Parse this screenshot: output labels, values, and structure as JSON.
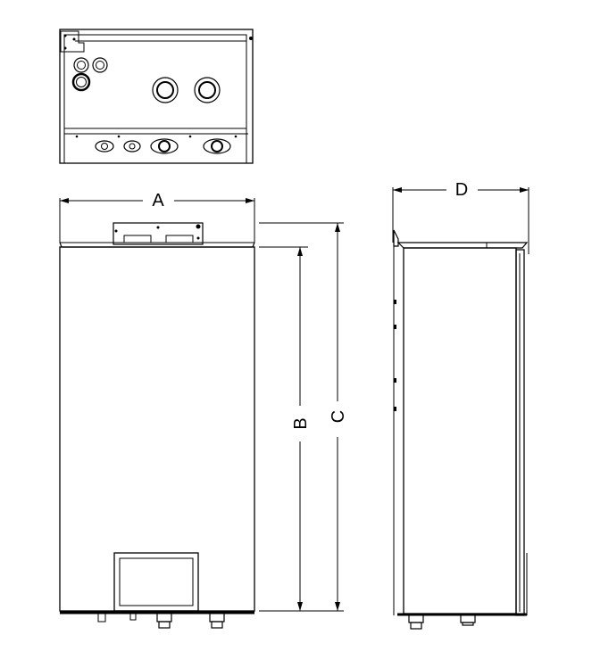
{
  "diagram": {
    "dimensions": {
      "a": "A",
      "b": "B",
      "c": "C",
      "d": "D"
    },
    "colors": {
      "line": "#000000",
      "background": "#ffffff"
    }
  }
}
